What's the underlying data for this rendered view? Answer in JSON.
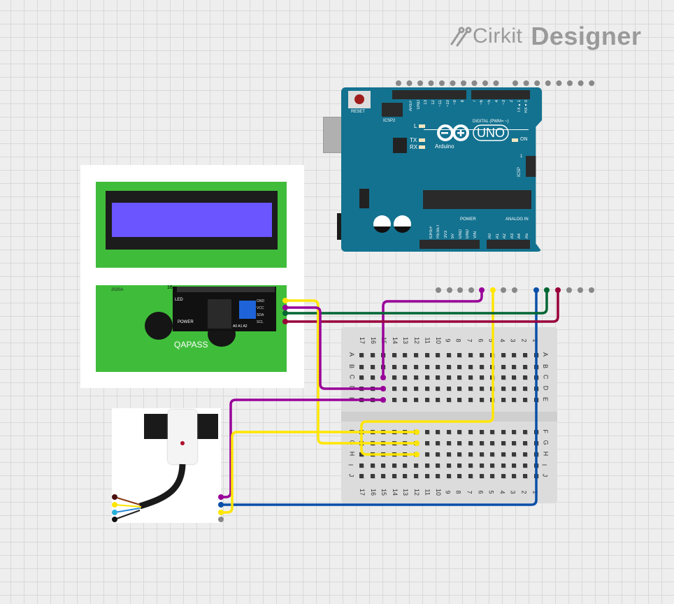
{
  "logo": {
    "text_light": "Cirkit",
    "text_bold": "Designer"
  },
  "arduino": {
    "reset": "RESET",
    "icsp2": "ICSP2",
    "icsp": "ICSP",
    "icsp_pin1": "1",
    "led_l": "L",
    "led_tx": "TX",
    "led_rx": "RX",
    "led_on": "ON",
    "brand": "Arduino",
    "model": "UNO",
    "digital": "DIGITAL (PWM= ~)",
    "power": "POWER",
    "analog": "ANALOG IN",
    "digital_pins": [
      "AREF",
      "GND",
      "13",
      "12",
      "~11",
      "~10",
      "~9",
      "8",
      "7",
      "~6",
      "~5",
      "4",
      "~3",
      "2",
      "TX▸1",
      "RX◂0"
    ],
    "power_pins": [
      "IOREF",
      "RESET",
      "3V3",
      "5V",
      "GND",
      "GND",
      "VIN"
    ],
    "analog_pins": [
      "A0",
      "A1",
      "A2",
      "A3",
      "A4",
      "A5"
    ]
  },
  "lcd": {
    "brand": "QAPASS",
    "backpack_labels": [
      "LED",
      "POWER",
      "A0 A1 A2"
    ],
    "pin_labels": [
      "GND",
      "VCC",
      "SDA",
      "SCL"
    ],
    "pin16": "16",
    "board_id": "2020A"
  },
  "breadboard": {
    "columns": [
      "17",
      "16",
      "15",
      "14",
      "13",
      "12",
      "11",
      "10",
      "9",
      "8",
      "7",
      "6",
      "5",
      "4",
      "3",
      "2",
      "1"
    ],
    "rows_top": [
      "A",
      "B",
      "C",
      "D",
      "E"
    ],
    "rows_bottom": [
      "F",
      "G",
      "H",
      "I",
      "J"
    ]
  },
  "colors": {
    "board": "#137290",
    "lcd_screen": "#6a55ff",
    "pcb": "#3fbd3a",
    "wire_purple": "#990099",
    "wire_yellow": "#ffe600",
    "wire_blue": "#0a4fa8",
    "wire_green": "#006633",
    "wire_red": "#99003a",
    "pin_gray": "#888888"
  }
}
